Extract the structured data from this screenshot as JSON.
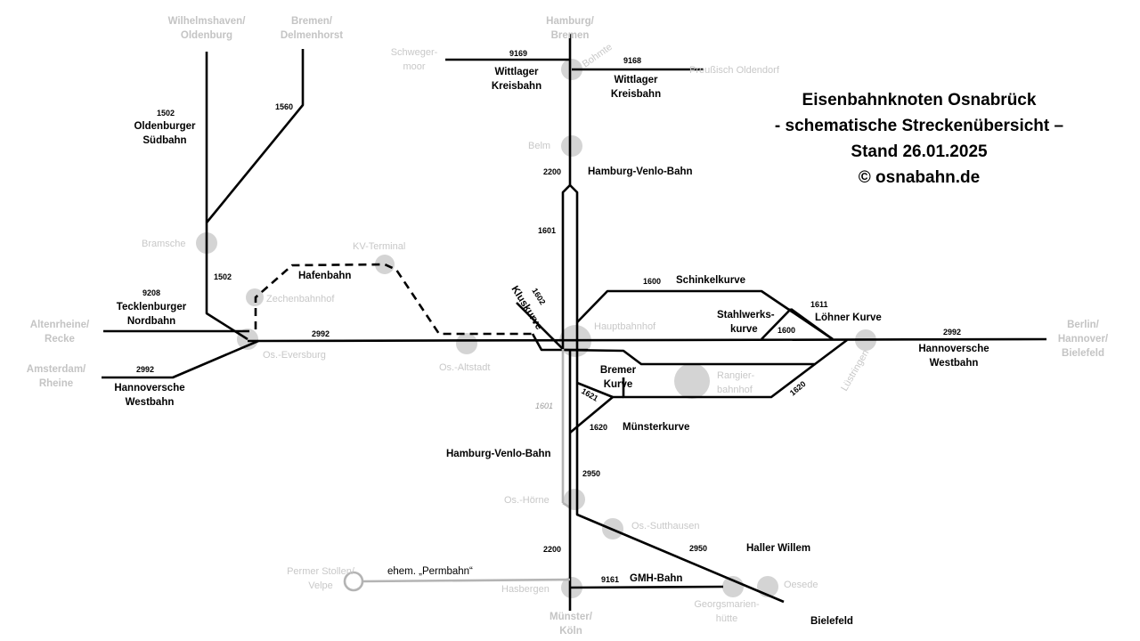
{
  "title_lines": [
    "Eisenbahnknoten Osnabrück",
    "- schematische Streckenübersicht –",
    "Stand 26.01.2025",
    "© osnabahn.de"
  ],
  "destinations": {
    "wilhelmshaven": [
      "Wilhelmshaven/",
      "Oldenburg"
    ],
    "bremen_delmenhorst": [
      "Bremen/",
      "Delmenhorst"
    ],
    "hamburg_bremen": [
      "Hamburg/",
      "Bremen"
    ],
    "altenrheine": [
      "Altenrheine/",
      "Recke"
    ],
    "amsterdam": [
      "Amsterdam/",
      "Rheine"
    ],
    "berlin": [
      "Berlin/",
      "Hannover/",
      "Bielefeld"
    ],
    "muenster_koeln": [
      "Münster/",
      "Köln"
    ],
    "bielefeld": "Bielefeld"
  },
  "stations": {
    "schweger_moor": [
      "Schweger-",
      "moor"
    ],
    "bohmte": "Bohmte",
    "preussisch_oldendorf": "Preußisch Oldendorf",
    "belm": "Belm",
    "bramsche": "Bramsche",
    "kv_terminal": "KV-Terminal",
    "zechenbahnhof": "Zechenbahnhof",
    "eversburg": "Os.-Eversburg",
    "altstadt": "Os.-Altstadt",
    "hauptbahnhof": "Hauptbahnhof",
    "rangierbahnhof": [
      "Rangier-",
      "bahnhof"
    ],
    "luestringen": "Lüstringen",
    "hoerne": "Os.-Hörne",
    "sutthausen": "Os.-Sutthausen",
    "permer_stollen": [
      "Permer Stollen/",
      "Velpe"
    ],
    "hasbergen": "Hasbergen",
    "georgsmarienhuette": [
      "Georgsmarien-",
      "hütte"
    ],
    "oesede": "Oesede"
  },
  "line_names": {
    "wittlager_w": [
      "Wittlager",
      "Kreisbahn"
    ],
    "wittlager_e": [
      "Wittlager",
      "Kreisbahn"
    ],
    "oldenburger": [
      "Oldenburger",
      "Südbahn"
    ],
    "hvb_north": "Hamburg-Venlo-Bahn",
    "hvb_south": "Hamburg-Venlo-Bahn",
    "tecklenburger": [
      "Tecklenburger",
      "Nordbahn"
    ],
    "hafenbahn": "Hafenbahn",
    "schinkelkurve": "Schinkelkurve",
    "kluskurve": "Kluskurve",
    "stahlwerkskurve": [
      "Stahlwerks-",
      "kurve"
    ],
    "loehner": "Löhner Kurve",
    "hannoversche_w": [
      "Hannoversche",
      "Westbahn"
    ],
    "hannoversche_e": [
      "Hannoversche",
      "Westbahn"
    ],
    "bremer_kurve": [
      "Bremer",
      "Kurve"
    ],
    "muensterkurve": "Münsterkurve",
    "haller_willem": "Haller Willem",
    "gmh_bahn": "GMH-Bahn",
    "permbahn": "ehem. „Permbahn“"
  },
  "numbers": {
    "n9169": "9169",
    "n9168": "9168",
    "n1502_top": "1502",
    "n1560": "1560",
    "n2200_top": "2200",
    "n1601": "1601",
    "n1502_mid": "1502",
    "n9208": "9208",
    "n1602": "1602",
    "n1600_top": "1600",
    "n1611": "1611",
    "n1600_mid": "1600",
    "n2992_mid": "2992",
    "n2992_east": "2992",
    "n2992_west": "2992",
    "n1621": "1621",
    "n1620_e": "1620",
    "n1601_grey": "1601",
    "n1620_s": "1620",
    "n2950_a": "2950",
    "n2200_bottom": "2200",
    "n2950_b": "2950",
    "n9161": "9161"
  }
}
